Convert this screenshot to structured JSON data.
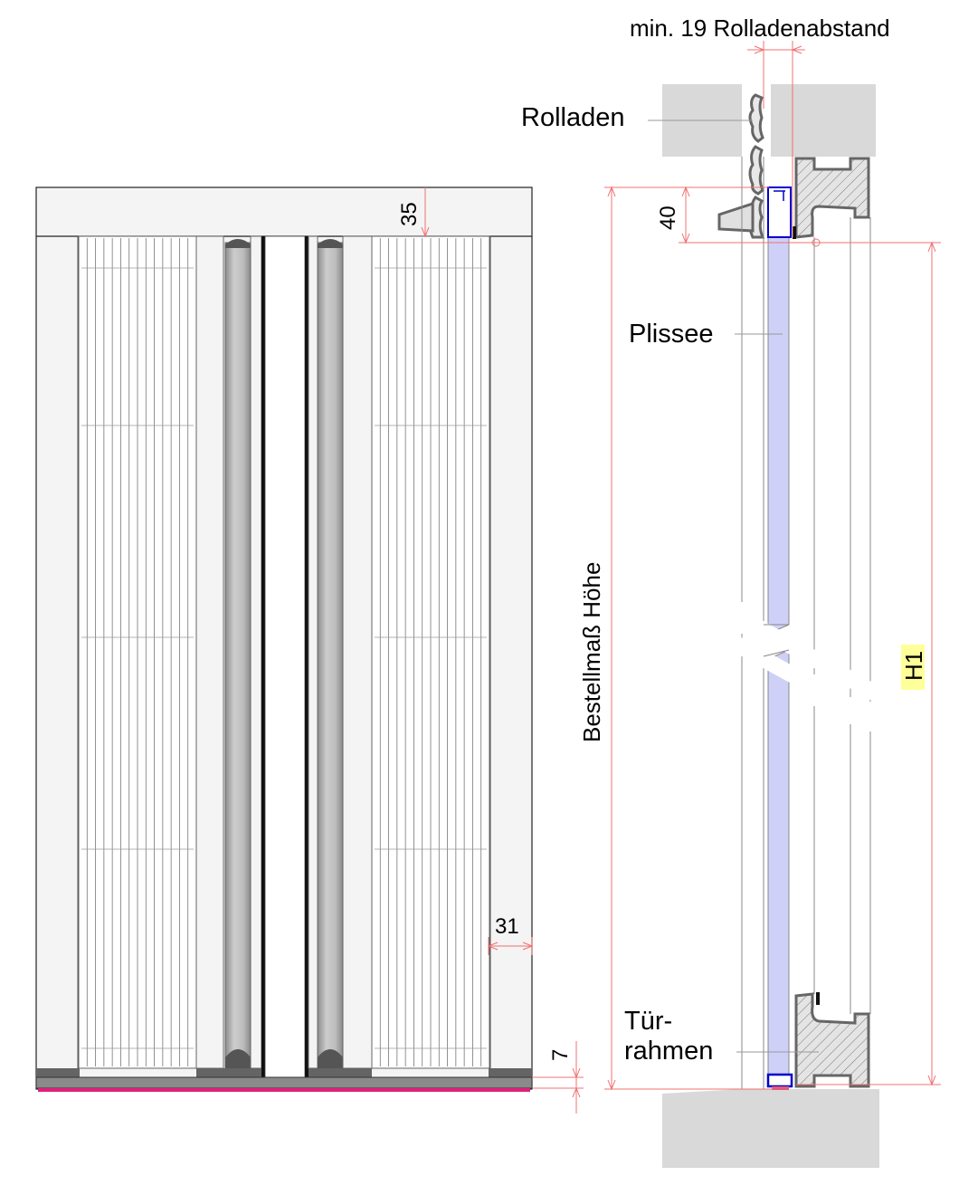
{
  "labels": {
    "rolladen": "Rolladen",
    "plissee": "Plissee",
    "tuer_line1": "Tür-",
    "tuer_line2": "rahmen",
    "rolladenabstand": "min. 19 Rolladenabstand",
    "bestellmass": "Bestellmaß Höhe",
    "h1": "H1"
  },
  "dimensions": {
    "top_rail": "35",
    "side_frame": "31",
    "bottom": "7",
    "top_offset": "40"
  },
  "colors": {
    "dimension_line": "#f07070",
    "plissee_fill": "#cfd0f8",
    "guide_blue": "#0000cc",
    "wall_gray": "#d9d9d9",
    "frame_gray": "#f4f4f4",
    "profile_dark": "#646464",
    "bottom_seal": "#e0207a",
    "h1_highlight": "#ffff99"
  }
}
